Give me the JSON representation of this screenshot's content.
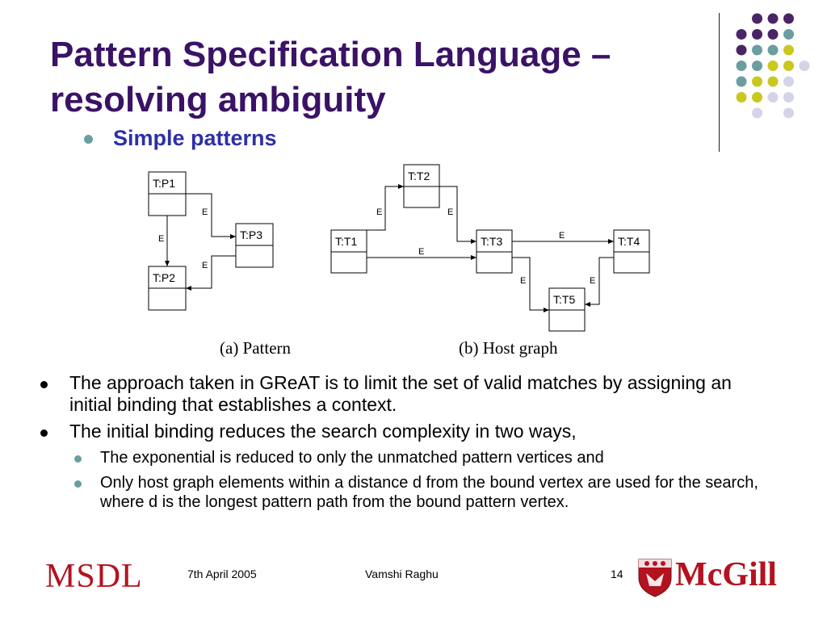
{
  "slide": {
    "title_line1": "Pattern Specification Language –",
    "title_line2": "resolving ambiguity",
    "subheading": "Simple patterns",
    "bullets": [
      "The approach taken in GReAT is to limit the set of valid matches by assigning an initial binding that establishes a context.",
      "The initial binding reduces the search complexity in two ways,"
    ],
    "sub_bullets": [
      "The exponential is reduced to only the unmatched pattern vertices and",
      "Only host graph elements within a distance d from the bound vertex are used for the search, where d is the longest pattern path from the bound pattern vertex."
    ]
  },
  "diagram": {
    "pattern_nodes": [
      "T:P1",
      "T:P2",
      "T:P3"
    ],
    "host_nodes": [
      "T:T1",
      "T:T2",
      "T:T3",
      "T:T4",
      "T:T5"
    ],
    "edge_label": "E",
    "caption_pattern": "(a) Pattern",
    "caption_host": "(b) Host graph"
  },
  "footer": {
    "date": "7th April 2005",
    "author": "Vamshi Raghu",
    "page": "14",
    "logo_left": "MSDL",
    "logo_right": "McGill"
  },
  "colors": {
    "title": "#3a1266",
    "subheading": "#2f2fa8",
    "dot_purple": "#4b2466",
    "dot_teal": "#6a9ea0",
    "dot_yellow": "#c8c81e",
    "dot_lavender": "#d4d4e8",
    "logo_red": "#b3121f"
  }
}
